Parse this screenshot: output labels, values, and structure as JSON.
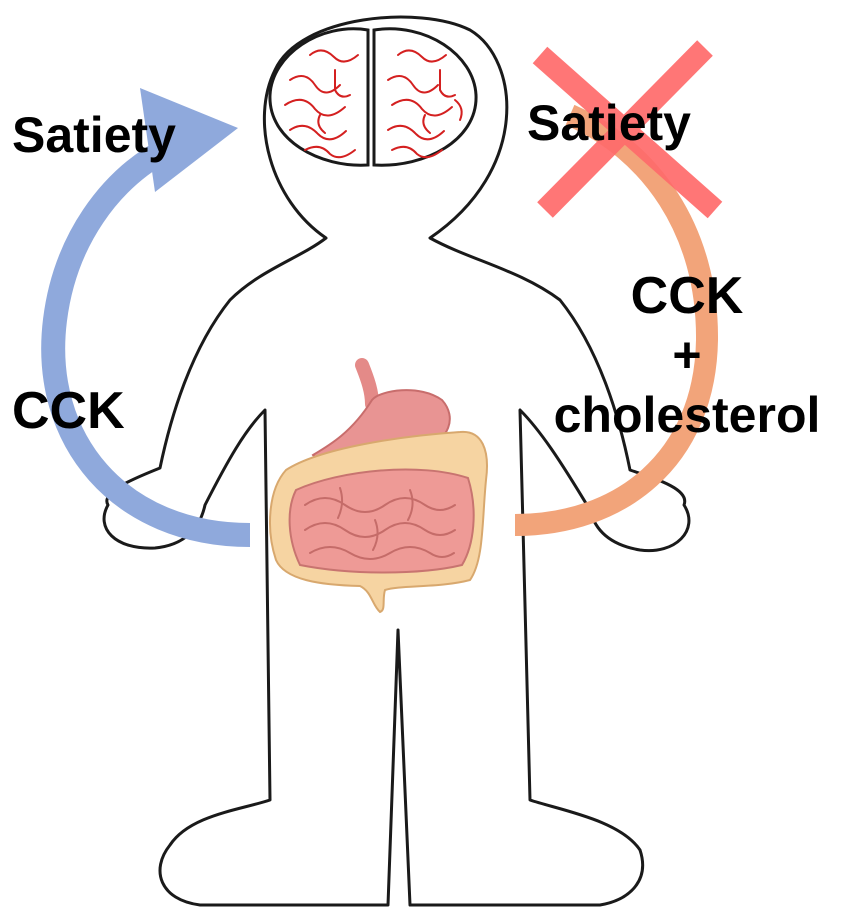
{
  "left_pathway": {
    "signal_label": "CCK",
    "result_label": "Satiety",
    "arrow_color": "#8fa9dc"
  },
  "right_pathway": {
    "signal_label": "CCK",
    "plus_label": "+",
    "cofactor_label": "cholesterol",
    "result_label": "Satiety",
    "arrow_color": "#f2a47a",
    "blocked": true,
    "cross_color": "#ff6b6b"
  },
  "figure": {
    "body_outline_color": "#1a1a1a",
    "brain_icon": "brain-icon",
    "gut_icon": "digestive-tract-icon"
  }
}
